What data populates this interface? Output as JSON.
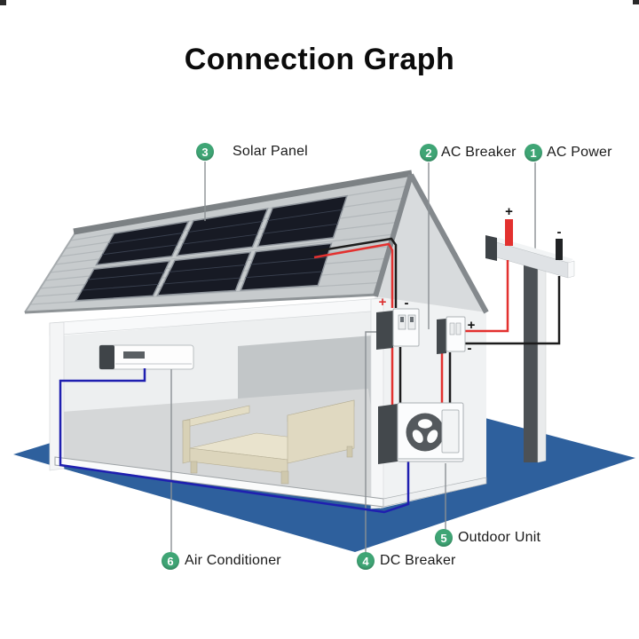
{
  "title": "Connection Graph",
  "legend": {
    "markers": [
      {
        "number": "1",
        "label": "AC Power"
      },
      {
        "number": "2",
        "label": "AC Breaker"
      },
      {
        "number": "3",
        "label": "Solar Panel"
      },
      {
        "number": "4",
        "label": "DC Breaker"
      },
      {
        "number": "5",
        "label": "Outdoor Unit"
      },
      {
        "number": "6",
        "label": "Air Conditioner"
      }
    ]
  },
  "polarity": {
    "plus": "+",
    "minus": "-"
  },
  "colors": {
    "marker_green": "#3fa575",
    "wire_red": "#e3312f",
    "wire_black": "#1c1c1c",
    "wire_blue": "#1f1fb0",
    "ground_blue": "#2e609d",
    "panel_dark": "#171a24"
  }
}
